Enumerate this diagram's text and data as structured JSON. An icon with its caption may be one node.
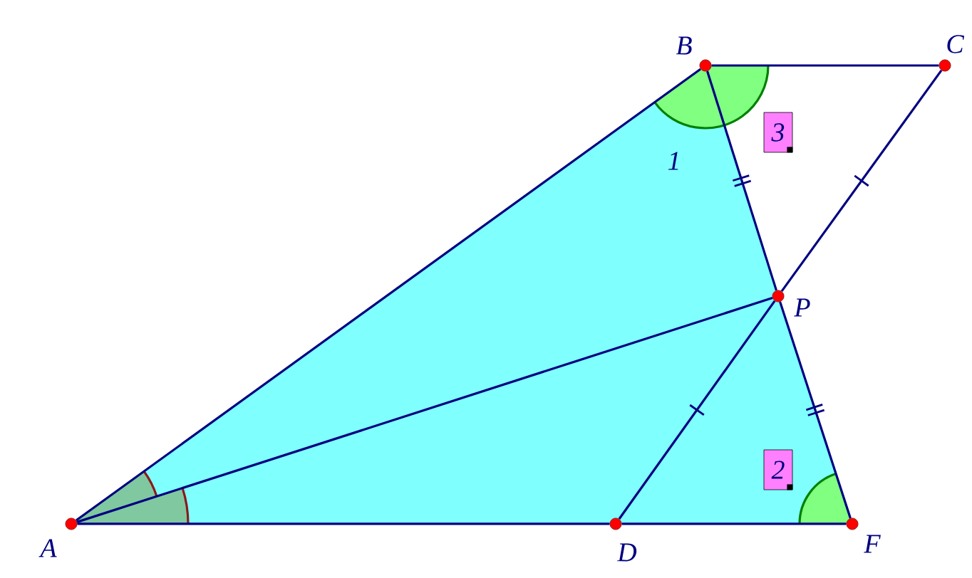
{
  "diagram": {
    "nodes": [
      {
        "text": [],
        "shape": "circle",
        "beside": [
          "B"
        ]
      },
      {
        "text": [],
        "shape": "circle",
        "beside": [
          "C"
        ]
      },
      {
        "text": [
          "3"
        ]
      },
      {
        "text": [],
        "shape": "circle",
        "beside": [
          "P"
        ]
      },
      {
        "text": [
          "2"
        ]
      },
      {
        "text": [],
        "shape": "circle",
        "beside": [
          "A"
        ]
      },
      {
        "text": [],
        "shape": "circle",
        "beside": [
          "D"
        ]
      },
      {
        "text": [],
        "shape": "circle",
        "beside": [
          "F"
        ]
      }
    ],
    "edges": [
      {
        "from": 5,
        "to": 0,
        "arrow": "none"
      },
      {
        "from": 0,
        "to": 1,
        "arrow": "none"
      },
      {
        "from": 0,
        "to": 3,
        "arrow": "none"
      },
      {
        "from": 1,
        "to": 3,
        "arrow": "none"
      },
      {
        "from": 5,
        "to": 3,
        "arrow": "none"
      },
      {
        "from": 3,
        "to": 6,
        "arrow": "none"
      },
      {
        "from": 3,
        "to": 7,
        "arrow": "none"
      },
      {
        "from": 5,
        "to": 6,
        "arrow": "none"
      },
      {
        "from": 6,
        "to": 7,
        "arrow": "none"
      }
    ],
    "labels": [
      "1"
    ]
  }
}
